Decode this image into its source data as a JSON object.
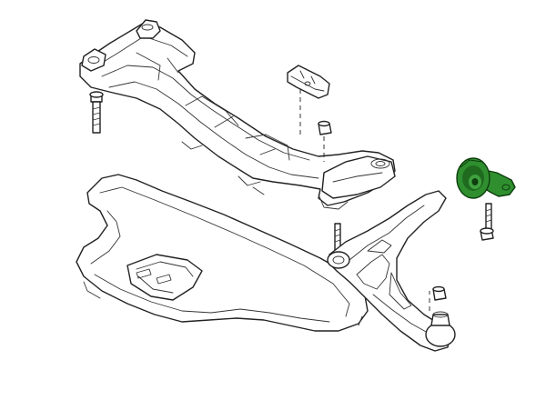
{
  "diagram": {
    "parts": [
      {
        "name": "front-subframe-crossmember"
      },
      {
        "name": "subframe-mounting-bolt"
      },
      {
        "name": "crossmember-bracket"
      },
      {
        "name": "crossmember-nut"
      },
      {
        "name": "underbody-shield-plate"
      },
      {
        "name": "front-control-arm"
      },
      {
        "name": "control-arm-bushing",
        "highlighted": true
      },
      {
        "name": "bushing-bolt"
      },
      {
        "name": "ball-joint-nut"
      }
    ],
    "colors": {
      "line": "#222222",
      "highlight_fill": "#2f8f2f",
      "highlight_dark": "#1f6a1f",
      "background": "#ffffff"
    }
  }
}
